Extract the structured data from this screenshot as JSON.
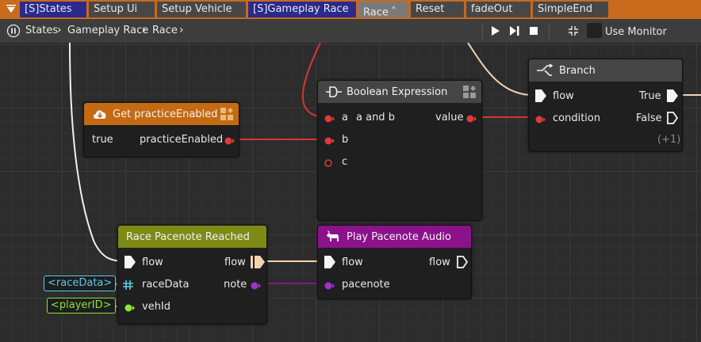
{
  "tabs": [
    {
      "label": "[S]States",
      "kind": "state"
    },
    {
      "label": "Setup Ui",
      "kind": "normal"
    },
    {
      "label": "Setup Vehicle",
      "kind": "normal"
    },
    {
      "label": "[S]Gameplay Race",
      "kind": "state"
    },
    {
      "label": "Race",
      "kind": "active",
      "modified_marker": "*"
    },
    {
      "label": "Reset",
      "kind": "normal"
    },
    {
      "label": "fadeOut",
      "kind": "normal"
    },
    {
      "label": "SimpleEnd",
      "kind": "normal"
    }
  ],
  "breadcrumb": [
    "States",
    "Gameplay Race",
    "Race"
  ],
  "toolbar": {
    "use_monitor_label": "Use Monitor",
    "use_monitor_checked": false
  },
  "colors": {
    "tab_bar": "#c96a1d",
    "state_tab": "#2b2a8c",
    "flow_wire": "#f3d2b0",
    "bool_pin": "#e03a3a",
    "number_pin": "#a032c8",
    "table_pin": "#5ccce6",
    "id_pin": "#8ee23a",
    "header_orange": "#c46a12",
    "header_olive": "#7d8a16",
    "header_purple": "#8c128c",
    "header_gray": "#454545"
  },
  "nodes": {
    "get_practice": {
      "title": "Get practiceEnabled",
      "header_icon": "cloud-download-icon",
      "value": "true",
      "output": "practiceEnabled"
    },
    "bool_expr": {
      "title": "Boolean Expression",
      "header_icon": "logic-gate-icon",
      "input_a": "a",
      "expression": "a and b",
      "input_b": "b",
      "input_c": "c",
      "output": "value"
    },
    "branch": {
      "title": "Branch",
      "header_icon": "branch-icon",
      "input_flow": "flow",
      "input_condition": "condition",
      "output_true": "True",
      "output_false": "False",
      "more_pins": "(+1)"
    },
    "race_pacenote": {
      "title": "Race Pacenote Reached",
      "input_flow": "flow",
      "input_racedata": "raceData",
      "input_vehid": "vehId",
      "output_flow": "flow",
      "output_note": "note"
    },
    "play_pacenote": {
      "title": "Play Pacenote Audio",
      "header_icon": "goat-icon",
      "input_flow": "flow",
      "input_pacenote": "pacenote",
      "output_flow": "flow"
    }
  },
  "variable_tags": {
    "race_data": "<raceData>",
    "player_id": "<playerID>"
  }
}
